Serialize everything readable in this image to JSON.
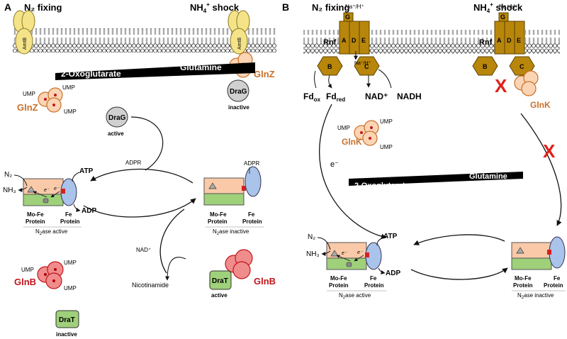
{
  "panelA": {
    "letter": "A",
    "left_title": "N₂ fixing",
    "right_title_main": "NH",
    "right_title_sub": "4",
    "right_title_sup": "+",
    "right_title_tail": " shock",
    "amtb": "AmtB",
    "gradient_left": "2-Oxoglutarate",
    "gradient_right": "Glutamine",
    "glnz": "GlnZ",
    "ump": "UMP",
    "drag": "DraG",
    "drag_state_inactive": "inactive",
    "drag_state_active": "active",
    "adpr": "ADPR",
    "n2": "N₂",
    "nh3": "NH₃",
    "atp": "ATP",
    "adp": "ADP",
    "e_minus": "e⁻",
    "mofe_line1": "Mo-Fe",
    "mofe_line2": "Protein",
    "fe_line1": "Fe",
    "fe_line2": "Protein",
    "nase_prefix": "N",
    "nase_sub": "2",
    "nase_active_tail": "ase active",
    "nase_inactive_tail": "ase inactive",
    "nad_plus": "NAD⁺",
    "nicotinamide": "Nicotinamide",
    "dratm": "DraT",
    "drat_active": "active",
    "drat_inactive": "inactive",
    "glnb": "GlnB"
  },
  "panelB": {
    "letter": "B",
    "left_title": "N₂ fixing",
    "right_title_main": "NH",
    "right_title_sub": "4",
    "right_title_sup": "+",
    "right_title_tail": " shock",
    "na_h": "Na⁺/H⁺",
    "rnf": "Rnf",
    "sub_g": "G",
    "sub_a": "A",
    "sub_d": "D",
    "sub_e": "E",
    "sub_b": "B",
    "sub_c": "C",
    "fd_ox_main": "Fd",
    "fd_ox_sub": "ox",
    "fd_red_main": "Fd",
    "fd_red_sub": "red",
    "nad_plus": "NAD⁺",
    "nadh": "NADH",
    "glnk": "GlnK",
    "ump": "UMP",
    "e_minus": "e⁻",
    "gradient_left": "2-Oxoglutarate",
    "gradient_right": "Glutamine",
    "n2": "N₂",
    "nh3": "NH₃",
    "atp": "ATP",
    "adp": "ADP",
    "mofe_line1": "Mo-Fe",
    "mofe_line2": "Protein",
    "fe_line1": "Fe",
    "fe_line2": "Protein",
    "nase_prefix": "N",
    "nase_sub": "2",
    "nase_active_tail": "ase active",
    "nase_inactive_tail": "ase inactive",
    "block_mark": "X"
  },
  "colors": {
    "membrane_head": "#ffffff",
    "amtb_fill": "#f5e38a",
    "rnf_fill": "#b8860b",
    "glnz_text": "#c8702a",
    "glnb_text": "#c0161c",
    "glnb_fill": "#f08c8c",
    "glnz_fill": "#fbd4b4",
    "drag_fill": "#d0d0d0",
    "drat_fill": "#9fd07a",
    "mofe_top": "#f9c9a8",
    "mofe_bottom": "#9fd07a",
    "fe_fill": "#a9c3ea",
    "x_red": "#e0201a"
  }
}
